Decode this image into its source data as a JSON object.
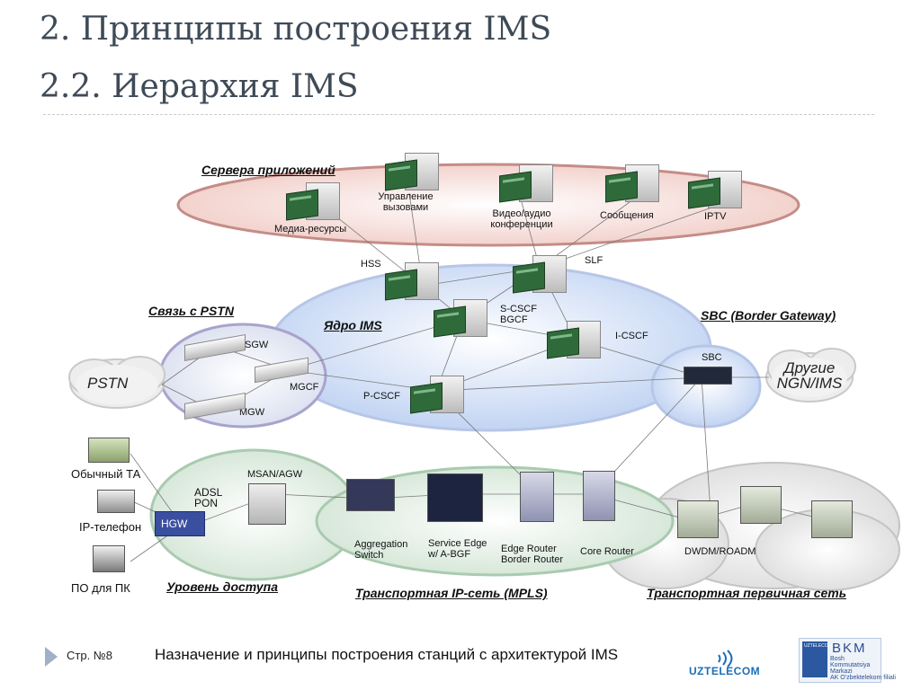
{
  "title": "2. Принципы построения IMS",
  "subtitle": "2.2. Иерархия IMS",
  "headers": {
    "app_servers": "Сервера приложений",
    "pstn_link": "Связь с PSTN",
    "ims_core": "Ядро IMS",
    "sbc": "SBC (Border Gateway)",
    "access": "Уровень доступа",
    "ip_transport": "Транспортная IP-сеть (MPLS)",
    "primary_transport": "Транспортная первичная сеть"
  },
  "clouds": {
    "pstn": "PSTN",
    "other": "Другие NGN/IMS"
  },
  "devices": {
    "media": "Медиа-ресурсы",
    "call_control": "Управление вызовами",
    "video": "Видео/аудио конференции",
    "messages": "Сообщения",
    "iptv": "IPTV",
    "hss": "HSS",
    "slf": "SLF",
    "scscf": "S-CSCF BGCF",
    "icscf": "I-CSCF",
    "pcscf": "P-CSCF",
    "sgw": "SGW",
    "mgcf": "MGCF",
    "mgw": "MGW",
    "sbc": "SBC",
    "phone": "Обычный ТА",
    "ipphone": "IP-телефон",
    "pc": "ПО для ПК",
    "hgw": "HGW",
    "adsl": "ADSL PON",
    "msan": "MSAN/AGW",
    "agg": "Aggregation Switch",
    "se": "Service Edge w/ A-BGF",
    "edge": "Edge Router Border Router",
    "core": "Core Router",
    "dwdm": "DWDM/ROADM"
  },
  "footer": {
    "page": "Стр. №8",
    "title": "Назначение и принципы построения станций с архитектурой IMS",
    "operator": "UZTELECOM",
    "org_abbr": "BKM",
    "org_lines": "Bosh\nKommutatsiya\nMarkazi\nAK O'zbektelekom filiali",
    "org_mark": "UZTELECOM"
  },
  "colors": {
    "app_ellipse": "#f4d7d3",
    "core_ellipse": "#d9e4f7",
    "access_ellipse": "#dbe9dd",
    "title": "#3f4a57"
  }
}
